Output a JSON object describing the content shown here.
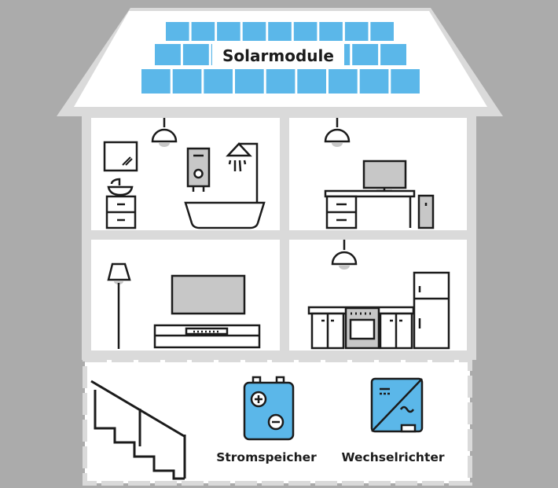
{
  "colors": {
    "background": "#ababab",
    "wall": "#ffffff",
    "outline": "#1b1b1b",
    "solar_panel": "#5bb7e9",
    "device_fill": "#5bb7e9",
    "device_shade": "#c7c7c7"
  },
  "labels": {
    "solar_modules": "Solarmodule",
    "battery": "Stromspeicher",
    "inverter": "Wechselrichter"
  },
  "icons": {
    "solar": "solar-panel-array",
    "battery": "battery-storage-icon",
    "inverter": "inverter-icon",
    "stairs": "staircase-icon"
  }
}
